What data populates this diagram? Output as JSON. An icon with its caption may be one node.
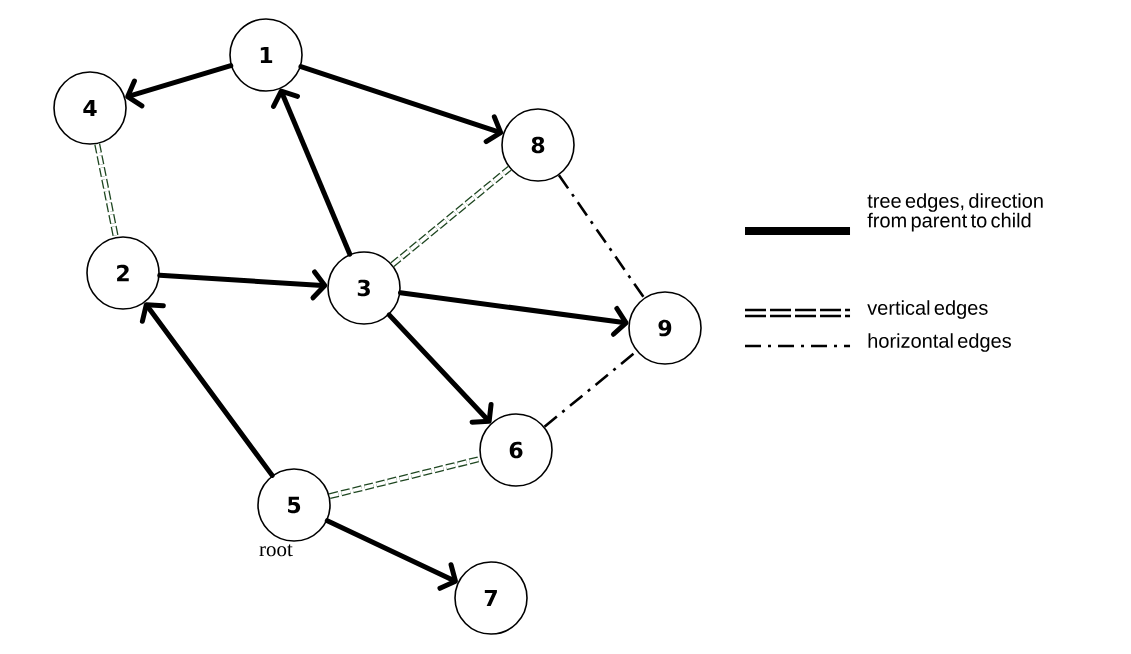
{
  "diagram": {
    "nodes": [
      {
        "text": [
          "1"
        ]
      },
      {
        "text": [
          "4"
        ]
      },
      {
        "text": [
          "8"
        ]
      },
      {
        "text": [
          "2"
        ]
      },
      {
        "text": [
          "3"
        ]
      },
      {
        "text": [
          "9"
        ]
      },
      {
        "text": [
          "6"
        ]
      },
      {
        "text": [
          "5"
        ],
        "beside": [
          "root"
        ]
      },
      {
        "text": [
          "7"
        ]
      }
    ],
    "edges": [
      {
        "from": 0,
        "to": 1,
        "arrow": "to"
      },
      {
        "from": 0,
        "to": 2,
        "arrow": "to"
      },
      {
        "from": 4,
        "to": 0,
        "arrow": "to"
      },
      {
        "from": 3,
        "to": 4,
        "arrow": "to"
      },
      {
        "from": 4,
        "to": 5,
        "arrow": "to"
      },
      {
        "from": 4,
        "to": 6,
        "arrow": "to"
      },
      {
        "from": 7,
        "to": 3,
        "arrow": "to"
      },
      {
        "from": 7,
        "to": 8,
        "arrow": "to"
      },
      {
        "from": 1,
        "to": 3,
        "arrow": "none",
        "style": "dashed",
        "color": "#1e4620"
      },
      {
        "from": 4,
        "to": 2,
        "arrow": "none",
        "style": "dashed",
        "color": "#1e4620"
      },
      {
        "from": 7,
        "to": 6,
        "arrow": "none",
        "style": "dashed",
        "color": "#1e4620"
      },
      {
        "from": 2,
        "to": 5,
        "arrow": "none",
        "style": "dashed"
      },
      {
        "from": 6,
        "to": 5,
        "arrow": "none",
        "style": "dashed"
      }
    ],
    "legend": [
      {
        "text": "tree edges, direction from parent to child"
      },
      {
        "text": "vertical edges"
      },
      {
        "text": "horizontal edges"
      }
    ]
  }
}
